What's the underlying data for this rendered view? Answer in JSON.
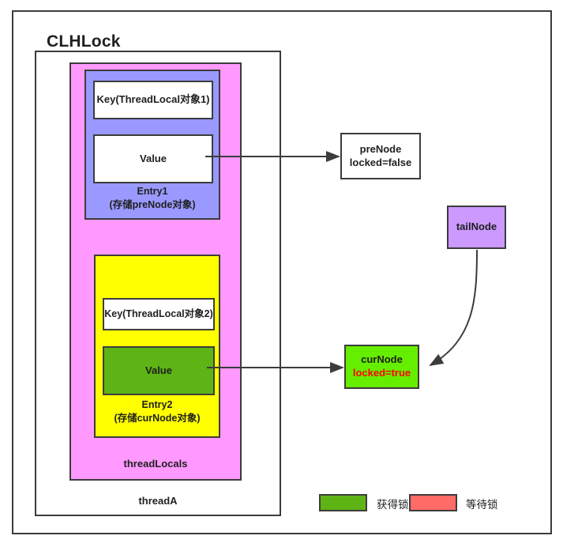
{
  "diagram": {
    "title": "CLHLock",
    "thread": {
      "label": "threadA",
      "thread_locals_label": "threadLocals",
      "entries": [
        {
          "name": "Entry1",
          "caption_line1": "Entry1",
          "caption_line2": "(存储preNode对象)",
          "key_label": "Key(ThreadLocal对象1)",
          "value_label": "Value",
          "fill": "#9999FF",
          "value_fill": "#FFFFFF"
        },
        {
          "name": "Entry2",
          "caption_line1": "Entry2",
          "caption_line2": "(存储curNode对象)",
          "key_label": "Key(ThreadLocal对象2)",
          "value_label": "Value",
          "fill": "#FFFF00",
          "value_fill": "#5EB414"
        }
      ]
    },
    "nodes": {
      "pre_node": {
        "title": "preNode",
        "locked": "locked=false",
        "fill": "#FFFFFF"
      },
      "tail_node": {
        "title": "tailNode",
        "fill": "#CC99FF"
      },
      "cur_node": {
        "title": "curNode",
        "locked": "locked=true",
        "fill": "#66EE00",
        "locked_color": "#FF0000"
      }
    },
    "legend": [
      {
        "label": "获得锁",
        "color": "#5EB414"
      },
      {
        "label": "等待锁",
        "color": "#FF6B66"
      }
    ],
    "colors": {
      "border": "#3C3C3C",
      "thread_locals_fill": "#FF99FF",
      "background": "#FFFFFF"
    }
  }
}
